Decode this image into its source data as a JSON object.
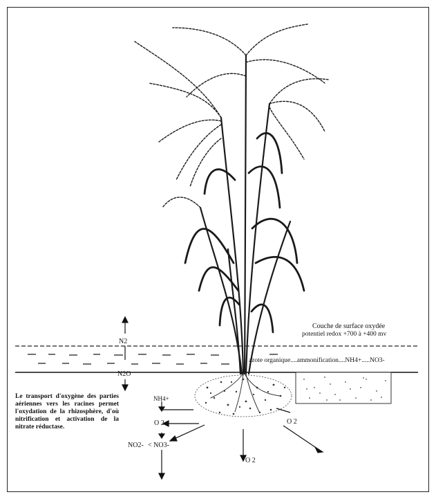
{
  "labels": {
    "surface_layer_title": "Couche de surface oxydée",
    "surface_layer_redox": "potentiel redox +700 à +400 mv",
    "nitrogen_chain": "azote organique....ammonification....NH4+.....NO3-",
    "n2": "N2",
    "n2o": "N2O",
    "nh4": "NH4+",
    "o2_left": "O 2",
    "o2_right": "O 2",
    "o2_bottom": "O 2",
    "no2": "NO2- ",
    "no3": "< NO3-"
  },
  "caption": "Le transport d'oxygène des parties aériennes vers les racines permet l'oxydation de la rhizosphère, d'où nitrification et activation de la nitrate réductase."
}
